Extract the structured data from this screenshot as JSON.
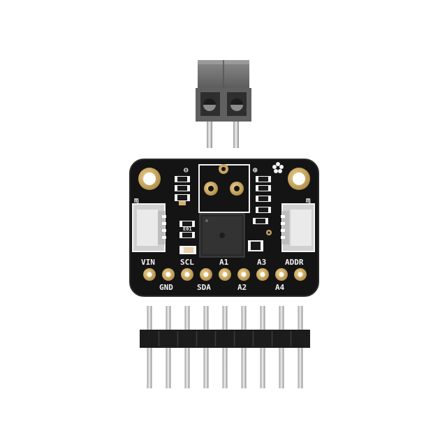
{
  "colors": {
    "pcb": "#141414",
    "pcb_edge": "#2a2a2a",
    "gold": "#d6b36a",
    "gold_dark": "#a88540",
    "terminal_body": "#6e6e6e",
    "terminal_dark": "#3c3c3c",
    "pin_silver": "#d9d9d9",
    "header_plastic": "#1c1c1c",
    "silkscreen": "#f4f4f4"
  },
  "board": {
    "pin_labels_top": [
      "VIN",
      "SCL",
      "A1",
      "A3",
      "ADDR"
    ],
    "pin_labels_bottom": [
      "GND",
      "SDA",
      "A2",
      "A4"
    ],
    "polarity_minus": "⊖",
    "polarity_plus": "⊕",
    "chip_label": "E01",
    "qt_left": "ɱ",
    "qt_right": "ɱ"
  },
  "header": {
    "pin_count": 9
  },
  "terminal": {
    "positions": 2
  }
}
